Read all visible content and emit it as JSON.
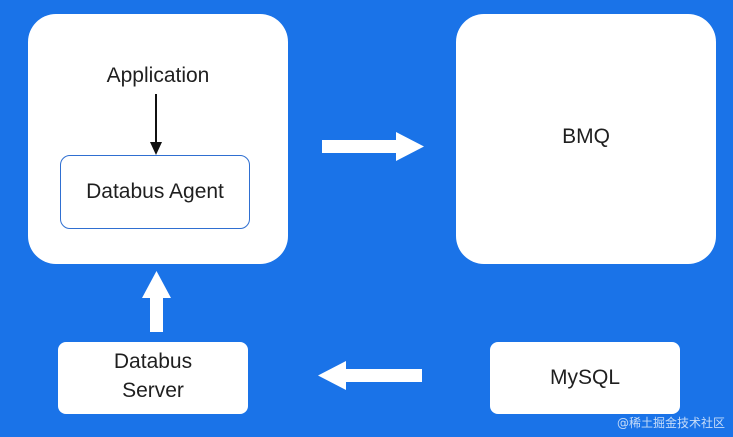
{
  "nodes": {
    "application": "Application",
    "databus_agent": "Databus Agent",
    "bmq": "BMQ",
    "databus_server_line1": "Databus",
    "databus_server_line2": "Server",
    "mysql": "MySQL"
  },
  "watermark": "@稀土掘金技术社区",
  "colors": {
    "background": "#1a73e8",
    "box": "#ffffff",
    "agent_border": "#2f6fd1",
    "text": "#1f1f1f"
  }
}
